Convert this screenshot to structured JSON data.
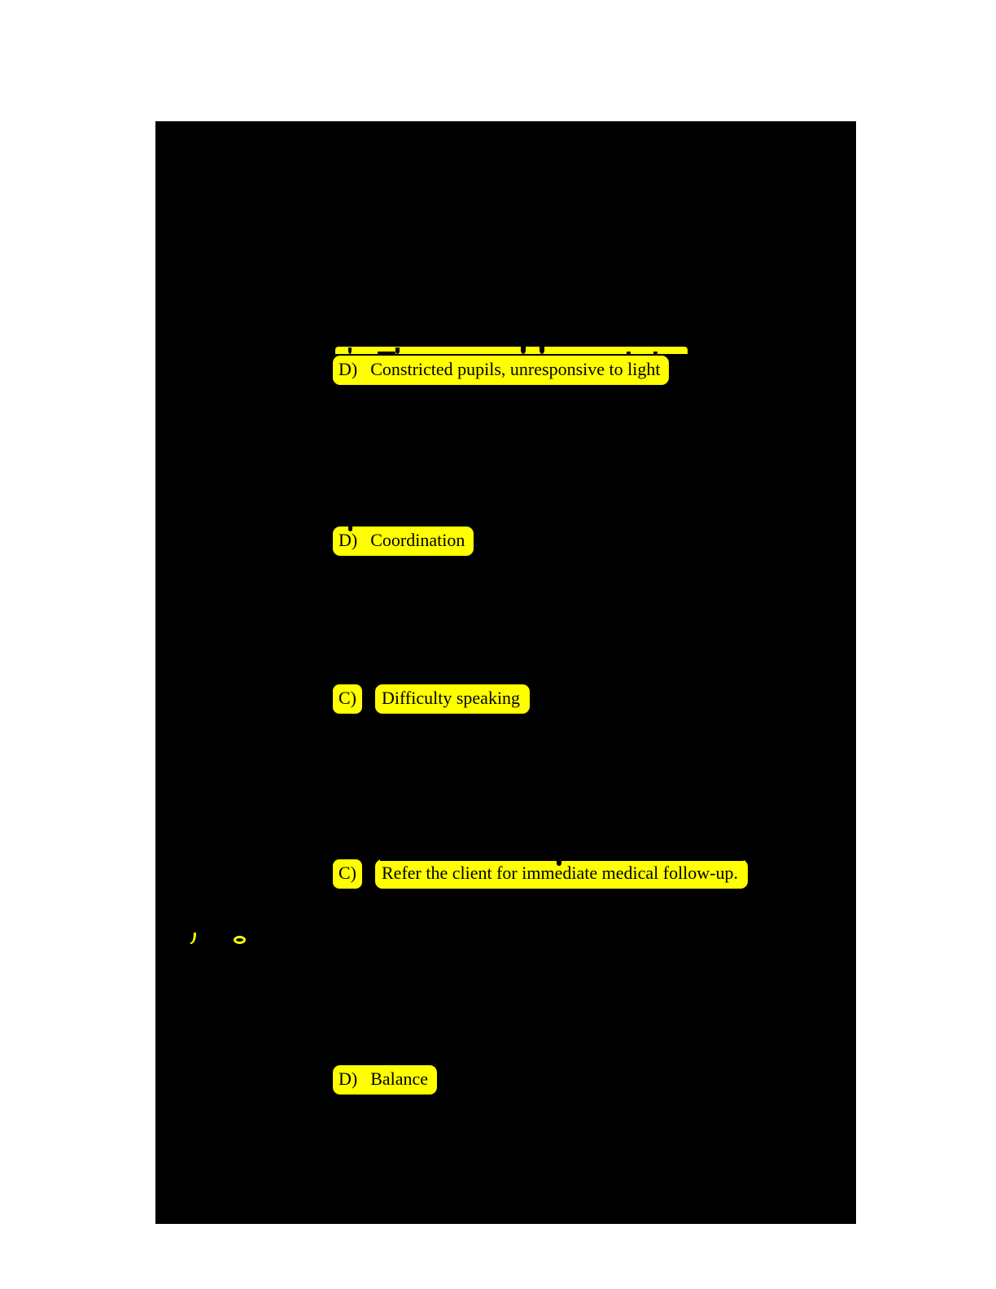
{
  "theme": {
    "page_bg": "#ffffff",
    "document_bg": "#000000",
    "highlight_color": "#ffff00",
    "text_color": "#000000"
  },
  "document": {
    "answers": [
      {
        "label": "D)",
        "text": "Constricted pupils, unresponsive to light"
      },
      {
        "label": "D)",
        "text": "Coordination"
      },
      {
        "label": "C)",
        "text": "Difficulty speaking"
      },
      {
        "label": "C)",
        "text": "Refer the client for immediate medical follow-up."
      },
      {
        "label": "D)",
        "text": "Balance"
      }
    ]
  }
}
